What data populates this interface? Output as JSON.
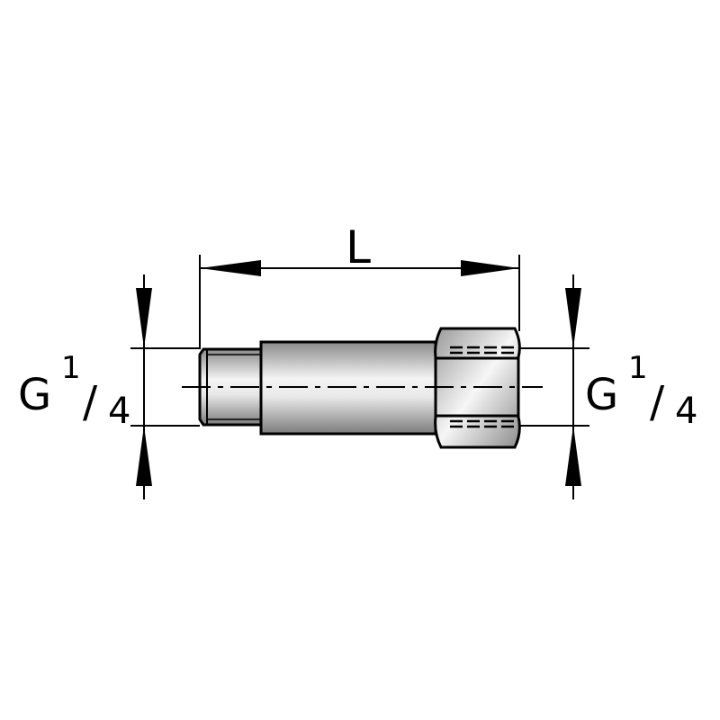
{
  "dimension_length": {
    "label": "L"
  },
  "thread_left": {
    "letter": "G",
    "numerator": "1",
    "slash": "/",
    "denominator": "4"
  },
  "thread_right": {
    "letter": "G",
    "numerator": "1",
    "slash": "/",
    "denominator": "4"
  }
}
